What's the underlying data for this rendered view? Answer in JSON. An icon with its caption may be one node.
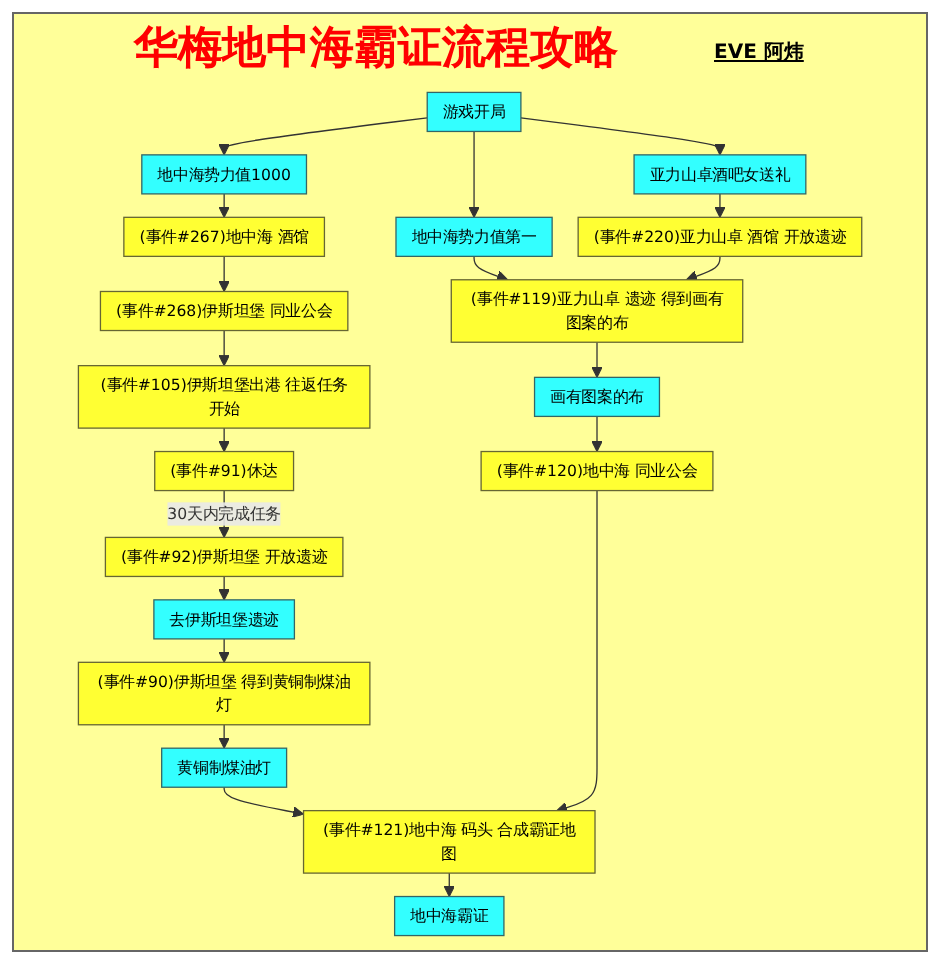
{
  "diagram": {
    "title": "华梅地中海霸证流程攻略",
    "nodes": [
      {
        "text": [
          "游戏开局"
        ]
      },
      {
        "text": [
          "地中海势力值1000"
        ]
      },
      {
        "text": [
          "(事件#267)地中海 酒馆"
        ]
      },
      {
        "text": [
          "(事件#268)伊斯坦堡 同业公会"
        ]
      },
      {
        "text": [
          "(事件#105)伊斯坦堡出港 往返任务开始"
        ]
      },
      {
        "text": [
          "(事件#91)休达"
        ]
      },
      {
        "text": [
          "(事件#92)伊斯坦堡 开放遗迹"
        ]
      },
      {
        "text": [
          "去伊斯坦堡遗迹"
        ]
      },
      {
        "text": [
          "(事件#90)伊斯坦堡 得到黄铜制煤油灯"
        ]
      },
      {
        "text": [
          "黄铜制煤油灯"
        ]
      },
      {
        "text": [
          "地中海势力值第一"
        ]
      },
      {
        "text": [
          "亚力山卓酒吧女送礼"
        ]
      },
      {
        "text": [
          "(事件#220)亚力山卓 酒馆 开放遗迹"
        ]
      },
      {
        "text": [
          "(事件#119)亚力山卓 遗迹 得到画有图案的布"
        ]
      },
      {
        "text": [
          "画有图案的布"
        ]
      },
      {
        "text": [
          "(事件#120)地中海 同业公会"
        ]
      },
      {
        "text": [
          "(事件#121)地中海 码头 合成霸证地图"
        ]
      },
      {
        "text": [
          "地中海霸证"
        ]
      }
    ],
    "edges": [
      {
        "from": 0,
        "to": 1,
        "arrow": "to"
      },
      {
        "from": 0,
        "to": 10,
        "arrow": "to"
      },
      {
        "from": 0,
        "to": 11,
        "arrow": "to"
      },
      {
        "from": 1,
        "to": 2,
        "arrow": "to"
      },
      {
        "from": 2,
        "to": 3,
        "arrow": "to"
      },
      {
        "from": 3,
        "to": 4,
        "arrow": "to"
      },
      {
        "from": 4,
        "to": 5,
        "arrow": "to"
      },
      {
        "from": 5,
        "to": 6,
        "arrow": "to",
        "label": "30天内完成任务"
      },
      {
        "from": 6,
        "to": 7,
        "arrow": "to"
      },
      {
        "from": 7,
        "to": 8,
        "arrow": "to"
      },
      {
        "from": 8,
        "to": 9,
        "arrow": "to"
      },
      {
        "from": 11,
        "to": 12,
        "arrow": "to"
      },
      {
        "from": 10,
        "to": 13,
        "arrow": "to"
      },
      {
        "from": 12,
        "to": 13,
        "arrow": "to"
      },
      {
        "from": 13,
        "to": 14,
        "arrow": "to"
      },
      {
        "from": 14,
        "to": 15,
        "arrow": "to"
      },
      {
        "from": 9,
        "to": 16,
        "arrow": "to"
      },
      {
        "from": 15,
        "to": 16,
        "arrow": "to"
      },
      {
        "from": 16,
        "to": 17,
        "arrow": "to"
      }
    ],
    "labels": [
      "EVE 阿炜"
    ]
  }
}
